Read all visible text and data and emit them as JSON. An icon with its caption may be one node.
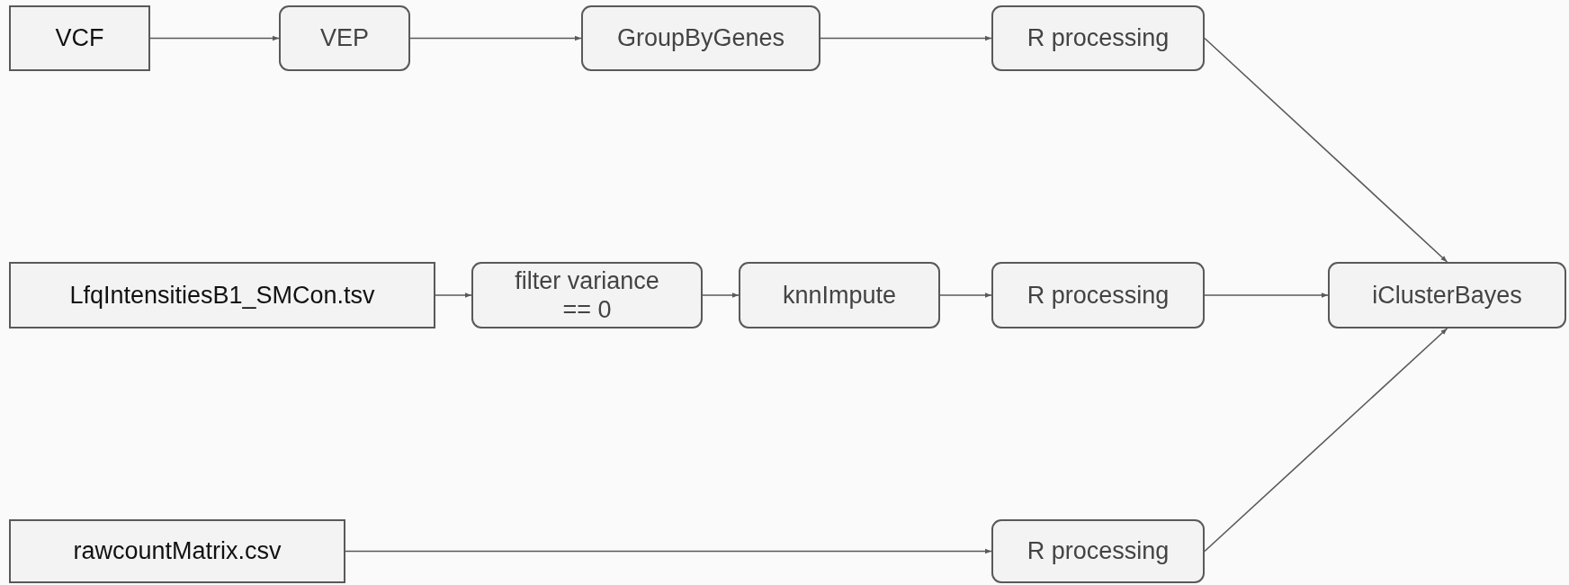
{
  "diagram": {
    "nodes": [
      {
        "text": [
          "VCF"
        ]
      },
      {
        "text": [
          "VEP"
        ]
      },
      {
        "text": [
          "GroupByGenes"
        ]
      },
      {
        "text": [
          "R processing"
        ]
      },
      {
        "text": [
          "LfqIntensitiesB1_SMCon.tsv"
        ]
      },
      {
        "text": [
          "filter variance == 0"
        ]
      },
      {
        "text": [
          "knnImpute"
        ]
      },
      {
        "text": [
          "R processing"
        ]
      },
      {
        "text": [
          "iClusterBayes"
        ]
      },
      {
        "text": [
          "rawcountMatrix.csv"
        ]
      },
      {
        "text": [
          "R processing"
        ]
      }
    ],
    "edges": [
      {
        "from": 0,
        "to": 1,
        "arrow": "to"
      },
      {
        "from": 1,
        "to": 2,
        "arrow": "to"
      },
      {
        "from": 2,
        "to": 3,
        "arrow": "to"
      },
      {
        "from": 3,
        "to": 8,
        "arrow": "to"
      },
      {
        "from": 4,
        "to": 5,
        "arrow": "to"
      },
      {
        "from": 5,
        "to": 6,
        "arrow": "to"
      },
      {
        "from": 6,
        "to": 7,
        "arrow": "to"
      },
      {
        "from": 7,
        "to": 8,
        "arrow": "to"
      },
      {
        "from": 9,
        "to": 10,
        "arrow": "to"
      },
      {
        "from": 10,
        "to": 8,
        "arrow": "to"
      }
    ]
  }
}
